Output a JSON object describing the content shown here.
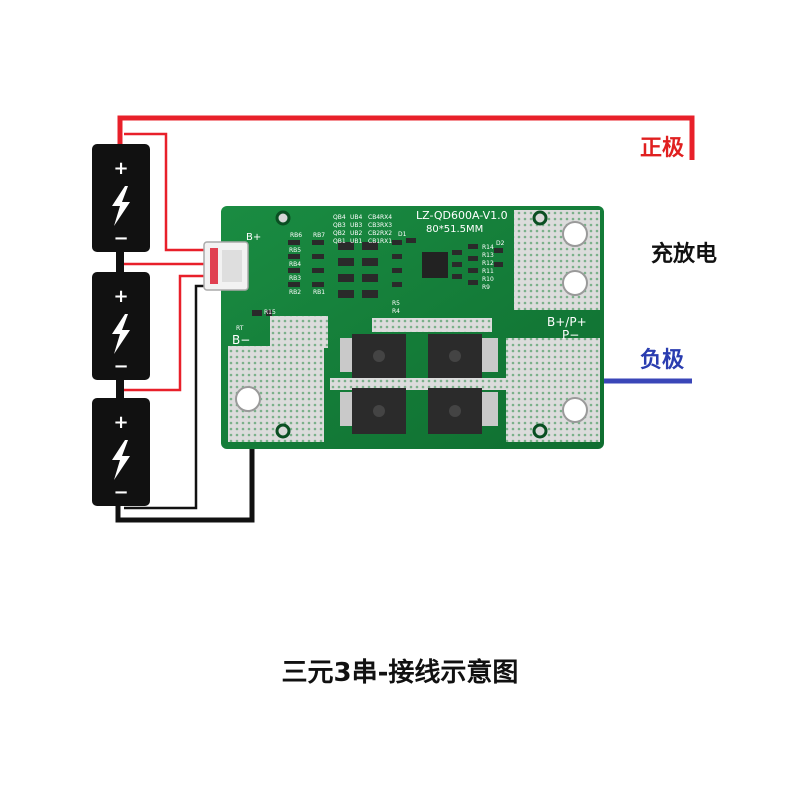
{
  "labels": {
    "positive": "正极",
    "charge_discharge": "充放电",
    "negative": "负极",
    "title": "三元3串-接线示意图"
  },
  "board": {
    "model": "LZ-QD600A-V1.0",
    "size": "80*51.5MM",
    "b_plus": "B+",
    "b_minus": "B−",
    "b_plus_p_plus": "B+/P+",
    "p_minus": "P−",
    "components": [
      "RB6",
      "RB7",
      "RB5",
      "RB4",
      "RB3",
      "RB2",
      "RB1",
      "QB4",
      "QB3",
      "QB2",
      "QB1",
      "UB4",
      "UB3",
      "UB2",
      "UB1",
      "CB4",
      "CB3",
      "CB2",
      "CB1",
      "RX4",
      "RX3",
      "RX2",
      "RX1",
      "R14",
      "R13",
      "R12",
      "R11",
      "R10",
      "R9",
      "D1",
      "D2",
      "R15",
      "RT",
      "R5",
      "R4"
    ]
  },
  "batteries": [
    {
      "plus": "+",
      "minus": "−"
    },
    {
      "plus": "+",
      "minus": "−"
    },
    {
      "plus": "+",
      "minus": "−"
    }
  ],
  "colors": {
    "positive_label": "#e02020",
    "negative_label": "#2a3db0",
    "charge_discharge_label": "#111111",
    "title": "#111111",
    "wire_red": "#e8202a",
    "wire_blue": "#3a46b8",
    "wire_black": "#111111",
    "pcb_green": "#14803a"
  }
}
